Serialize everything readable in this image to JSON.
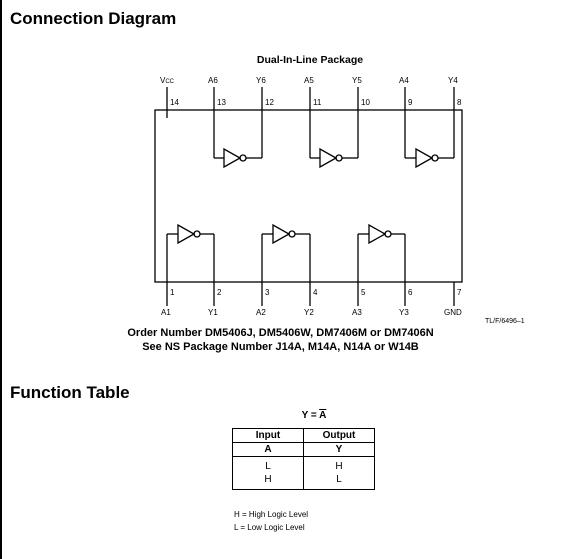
{
  "sections": {
    "connection_title": "Connection Diagram",
    "function_title": "Function Table"
  },
  "package": {
    "title": "Dual-In-Line Package",
    "top_pins": [
      {
        "name": "V",
        "sub": "CC",
        "num": "14"
      },
      {
        "name": "A6",
        "num": "13"
      },
      {
        "name": "Y6",
        "num": "12"
      },
      {
        "name": "A5",
        "num": "11"
      },
      {
        "name": "Y5",
        "num": "10"
      },
      {
        "name": "A4",
        "num": "9"
      },
      {
        "name": "Y4",
        "num": "8"
      }
    ],
    "bottom_pins": [
      {
        "name": "A1",
        "num": "1"
      },
      {
        "name": "Y1",
        "num": "2"
      },
      {
        "name": "A2",
        "num": "3"
      },
      {
        "name": "Y2",
        "num": "4"
      },
      {
        "name": "A3",
        "num": "5"
      },
      {
        "name": "Y3",
        "num": "6"
      },
      {
        "name": "GND",
        "num": "7"
      }
    ],
    "ref_code": "TL/F/6496–1"
  },
  "order": {
    "line1": "Order Number DM5406J, DM5406W, DM7406M or DM7406N",
    "line2": "See NS Package Number J14A, M14A, N14A or W14B"
  },
  "function_table": {
    "equation_prefix": "Y = ",
    "equation_var": "A",
    "header": {
      "input": "Input",
      "output": "Output"
    },
    "subheader": {
      "input": "A",
      "output": "Y"
    },
    "rows": [
      {
        "input": "L",
        "output": "H"
      },
      {
        "input": "H",
        "output": "L"
      }
    ],
    "legend": [
      "H = High Logic Level",
      "L = Low Logic Level"
    ]
  }
}
